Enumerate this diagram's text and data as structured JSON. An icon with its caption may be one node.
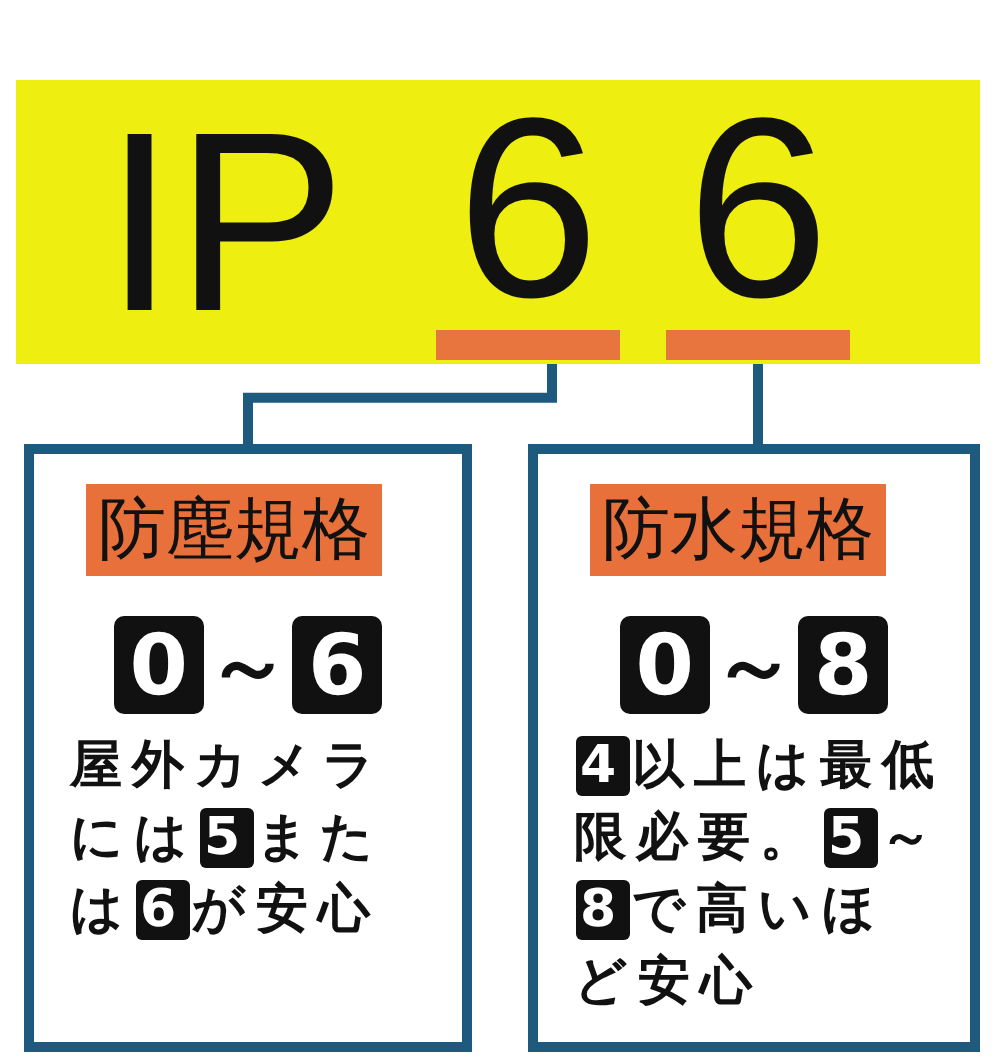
{
  "diagram": {
    "nodes": [
      {
        "text": [
          "IP"
        ]
      },
      {
        "text": [
          "6"
        ],
        "in": 0
      },
      {
        "text": [
          "6"
        ],
        "in": 0
      },
      {
        "text": [
          "防塵規格",
          "0～6",
          "屋外カメラには5または6が安心"
        ]
      },
      {
        "text": [
          "防水規格",
          "0～8",
          "4以上は最低限必要。5～8で高いほど安心"
        ]
      }
    ],
    "edges": [
      {
        "from": 1,
        "to": 3,
        "arrow": "none"
      },
      {
        "from": 2,
        "to": 4,
        "arrow": "none"
      }
    ]
  }
}
